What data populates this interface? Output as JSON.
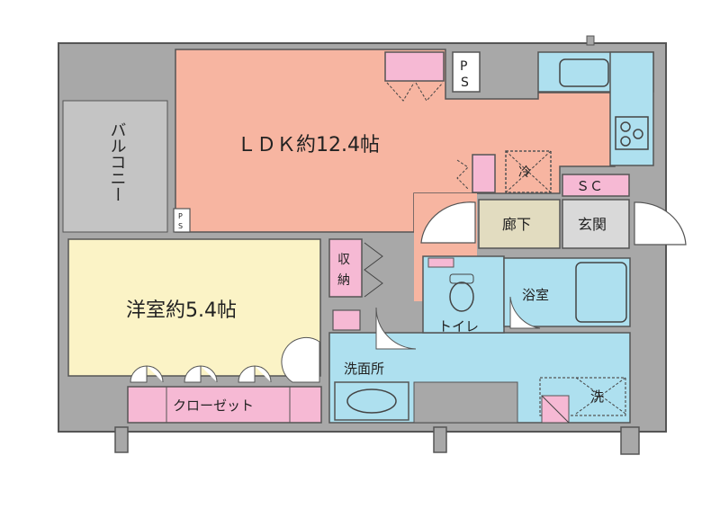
{
  "rooms": {
    "ldk": "ＬＤＫ約12.4帖",
    "western": "洋室約5.4帖",
    "balcony": "バルコニー",
    "closet": "クローゼット",
    "storage_1": "収",
    "storage_2": "納",
    "hallway": "廊下",
    "entrance": "玄関",
    "shoe_closet": "ＳＣ",
    "bath": "浴室",
    "toilet": "トイレ",
    "washroom": "洗面所",
    "laundry": "洗",
    "fridge": "冷",
    "ps_main": "PS",
    "ps_small": "PS"
  },
  "colors": {
    "wall": "#a8a8a8",
    "wall_stroke": "#555555",
    "ldk": "#f7b5a1",
    "western": "#fbf3c6",
    "wet": "#aee0ef",
    "closet": "#f6b9d4",
    "hallway": "#e2dcc0",
    "entrance": "#d9d9d9",
    "balcony": "#c4c4c4"
  }
}
